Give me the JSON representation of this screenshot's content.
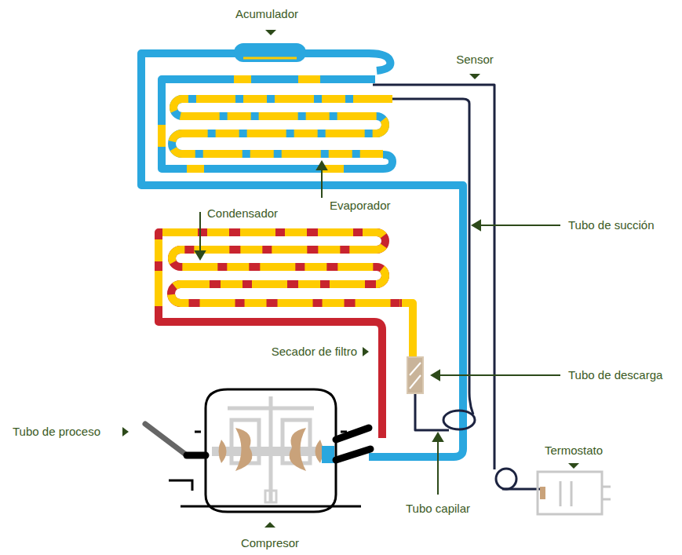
{
  "diagram": {
    "labels": [
      "Acumulador",
      "Sensor",
      "Evaporador",
      "Condensador",
      "Tubo de succión",
      "Secador de filtro",
      "Tubo de descarga",
      "Tubo de proceso",
      "Termostato",
      "Tubo capilar",
      "Compresor"
    ]
  }
}
